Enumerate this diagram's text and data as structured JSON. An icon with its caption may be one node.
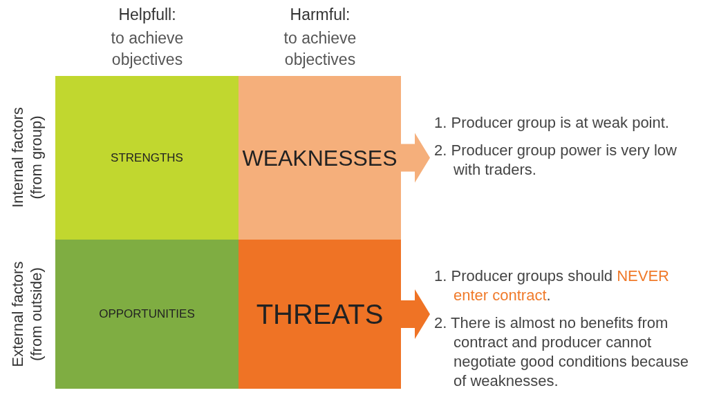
{
  "diagram": {
    "nodes": [
      {
        "text": [
          "STRENGTHS"
        ]
      },
      {
        "text": [
          "WEAKNESSES"
        ]
      },
      {
        "text": [
          "OPPORTUNITIES"
        ]
      },
      {
        "text": [
          "THREATS"
        ]
      },
      {
        "text": [
          "1. Producer group is at weak point.",
          "2. Producer group power is very low with traders."
        ]
      },
      {
        "text": [
          "1. Producer groups should **NEVER enter contract**.",
          "2. There is almost no benefits from contract and producer cannot negotiate good conditions because of weaknesses."
        ]
      }
    ],
    "edges": [
      {
        "from": 1,
        "to": 4,
        "arrow": "to",
        "style": "thick"
      },
      {
        "from": 3,
        "to": 5,
        "arrow": "to",
        "style": "thick"
      }
    ],
    "labels": [
      "Helpfull:",
      "to achieve objectives",
      "Harmful:",
      "to achieve objectives",
      "Internal factors (from group)",
      "External factors (from outside)"
    ]
  }
}
